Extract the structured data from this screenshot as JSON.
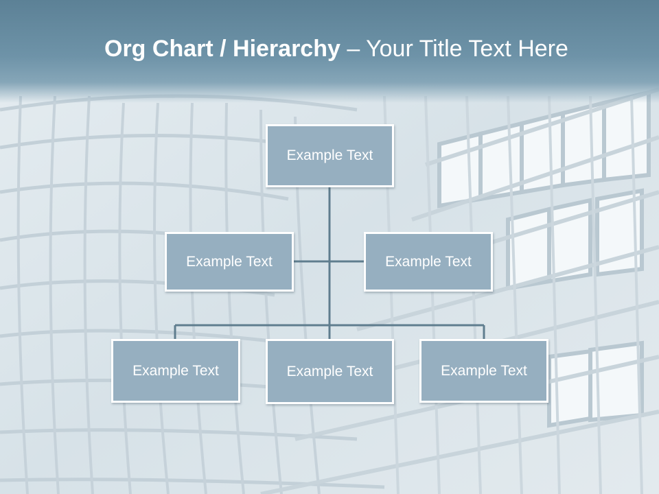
{
  "title": {
    "part1": "Org Chart / Hierarchy",
    "part2": " – Your Title Text Here"
  },
  "nodes": {
    "root": "Example Text",
    "level2_left": "Example Text",
    "level2_right": "Example Text",
    "level3_left": "Example Text",
    "level3_center": "Example Text",
    "level3_right": "Example Text"
  },
  "colors": {
    "header": "#6e93a8",
    "node_fill": "#96afc0",
    "node_border": "#ffffff",
    "connector": "#5f7d8e"
  }
}
